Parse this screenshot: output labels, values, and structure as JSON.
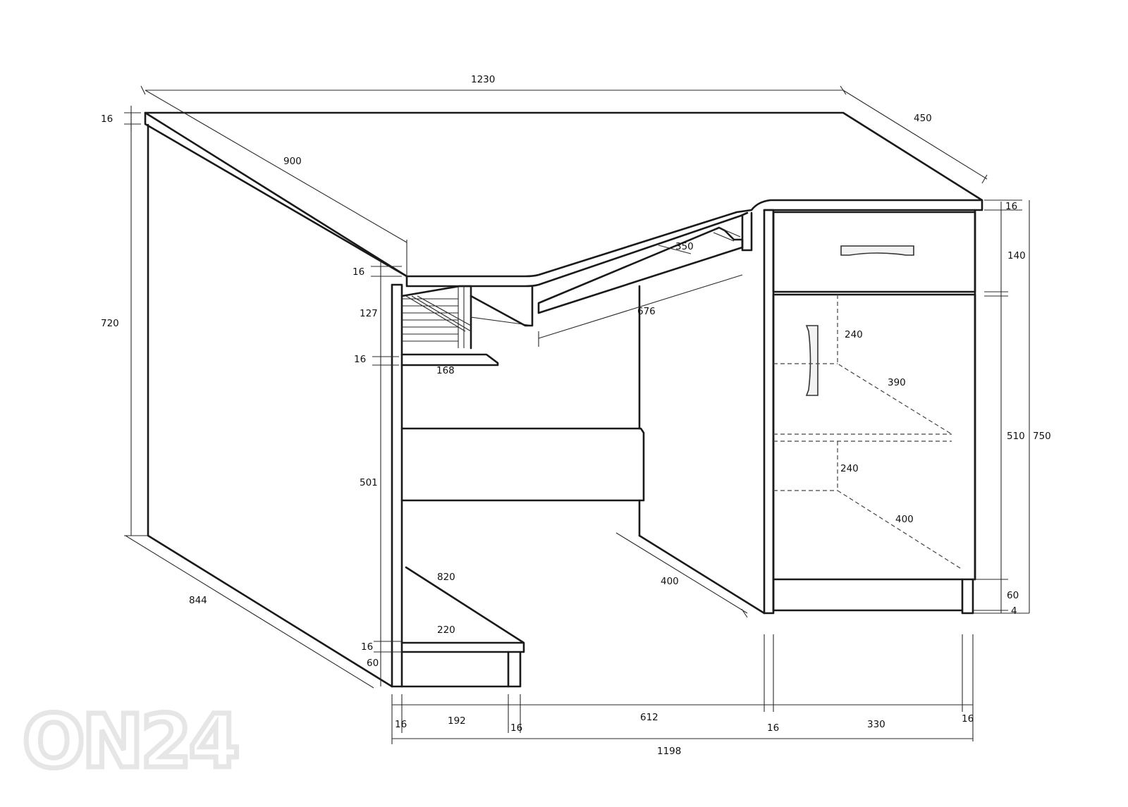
{
  "watermark": {
    "text": "ON24"
  },
  "dimensions": {
    "top_width": "1230",
    "top_depth_right": "450",
    "top_thickness_left": "16",
    "top_left_length": "900",
    "left_height": "720",
    "left_depth": "844",
    "shelf_top_thickness": "16",
    "cd_rack_height": "127",
    "cd_shelf_thickness": "16",
    "cd_shelf_width": "168",
    "keyboard_depth": "350",
    "keyboard_width": "676",
    "inner_height": "501",
    "bottom_shelf_length": "820",
    "bottom_shelf_width": "220",
    "bottom_shelf_thickness": "16",
    "bottom_plinth": "60",
    "middle_panel_depth": "400",
    "right_top_thickness": "16",
    "drawer_height": "140",
    "cabinet_door_height": "510",
    "total_height": "750",
    "cabinet_shelf_upper_height": "240",
    "cabinet_shelf_upper_depth": "390",
    "cabinet_shelf_lower_height": "240",
    "cabinet_shelf_lower_depth": "400",
    "right_plinth": "60",
    "right_foot_gap": "4",
    "bottom_panel_left": "16",
    "bottom_section_192": "192",
    "bottom_panel_mid": "16",
    "bottom_section_612": "612",
    "bottom_panel_right_inner": "16",
    "bottom_section_330": "330",
    "bottom_panel_right": "16",
    "overall_width": "1198"
  }
}
